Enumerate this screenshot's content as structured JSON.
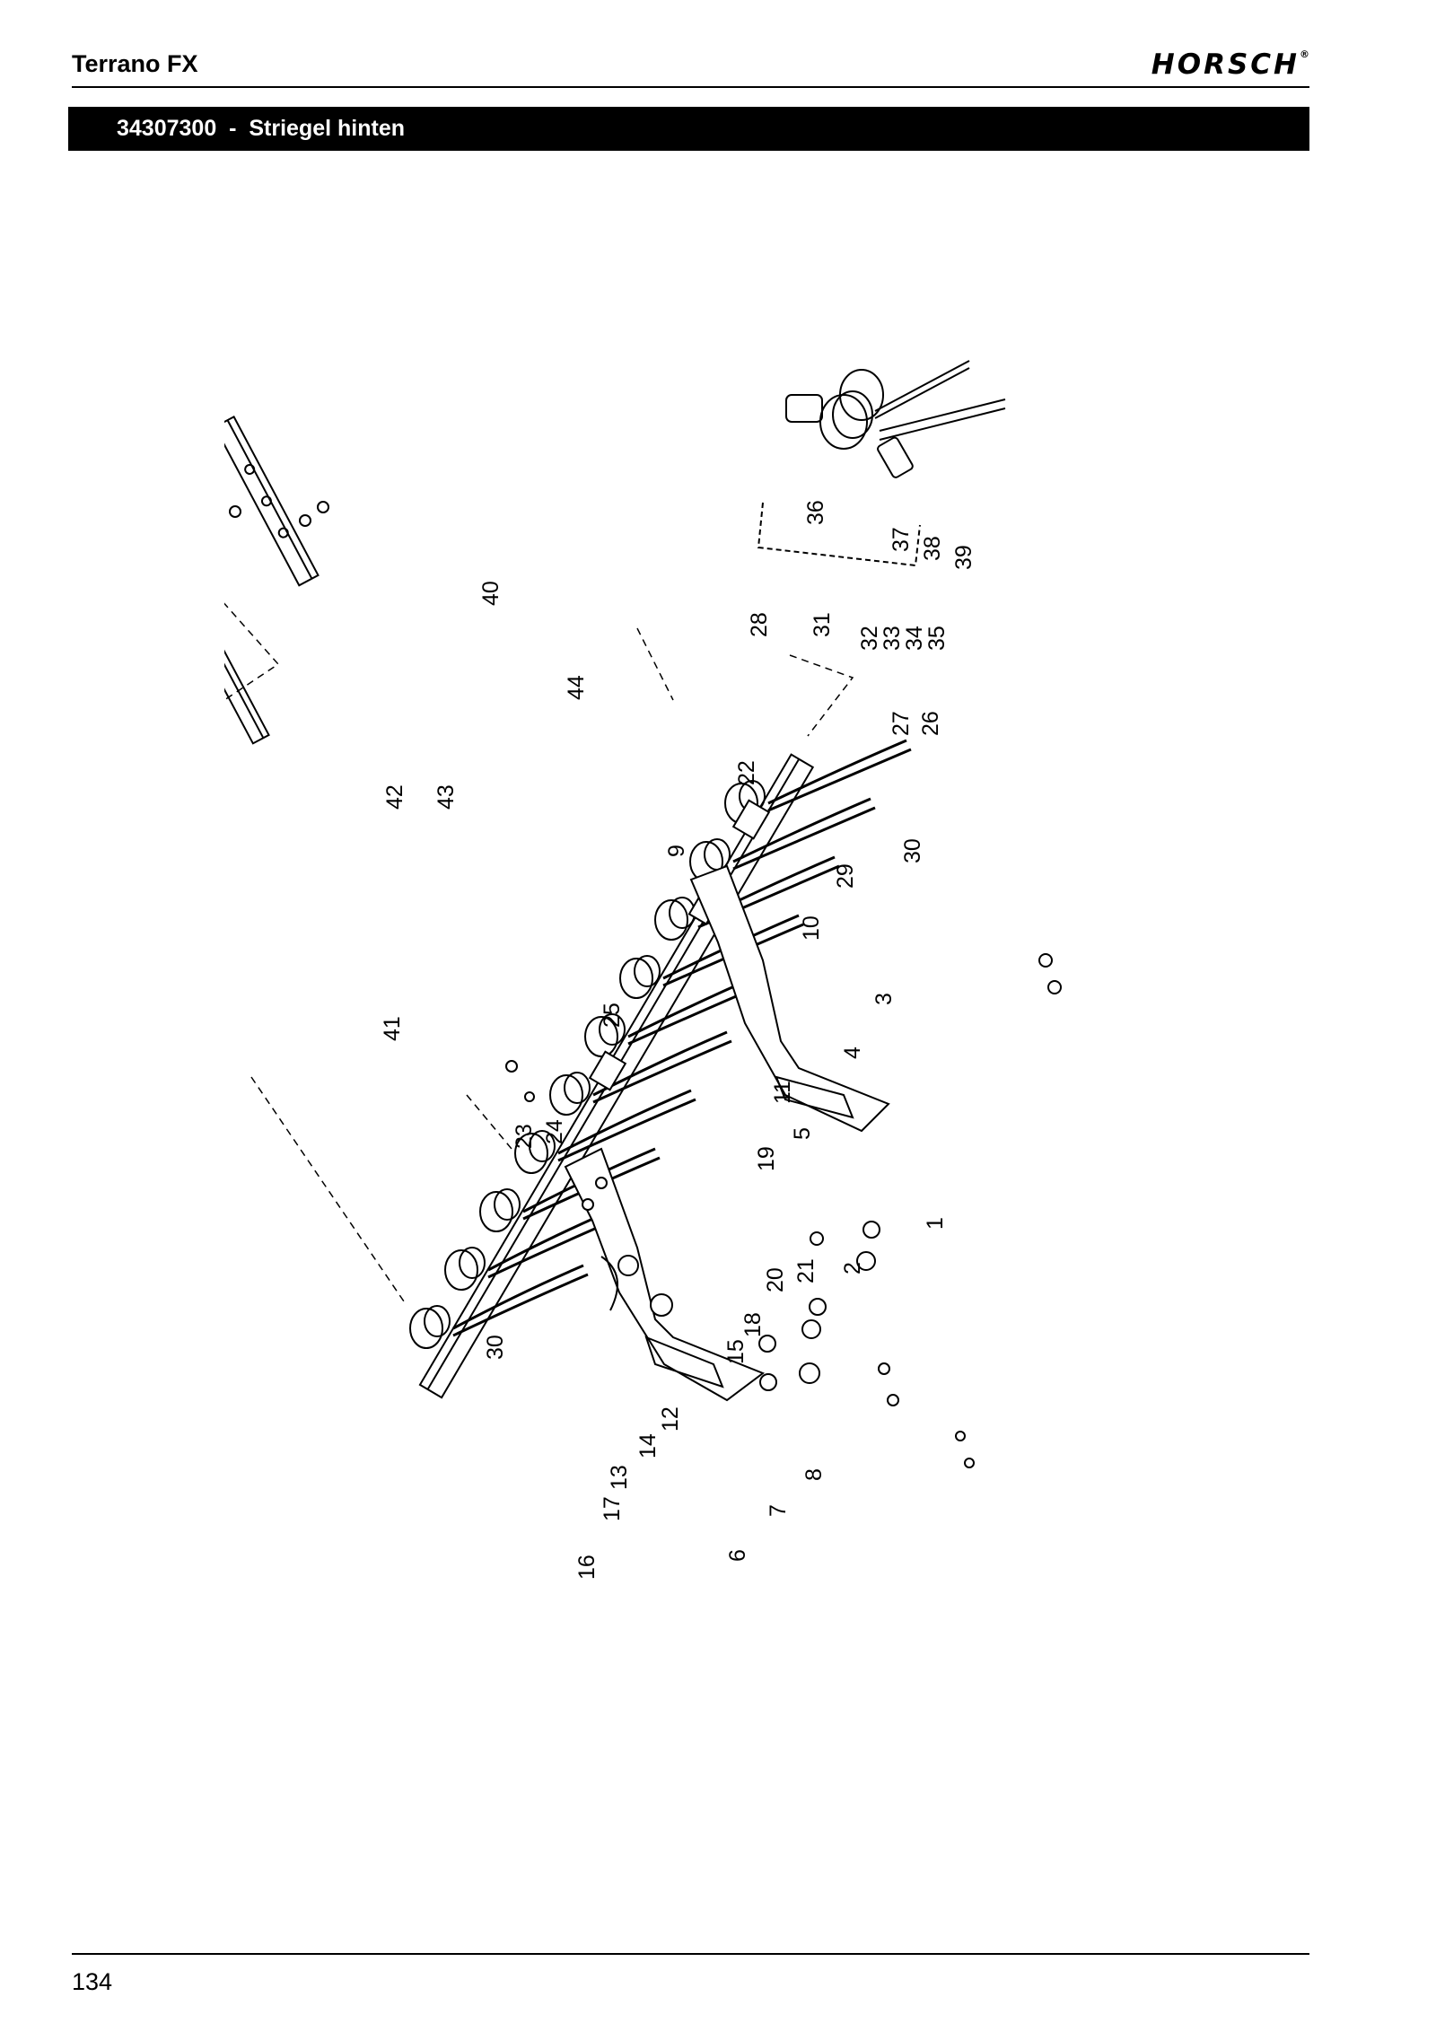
{
  "header": {
    "title": "Terrano FX",
    "brand": "HORSCH",
    "brand_mark": "®"
  },
  "section": {
    "part_number": "34307300",
    "separator": "-",
    "name": "Striegel hinten"
  },
  "callouts": [
    "1",
    "2",
    "3",
    "4",
    "5",
    "6",
    "7",
    "8",
    "9",
    "10",
    "11",
    "12",
    "13",
    "14",
    "15",
    "16",
    "17",
    "18",
    "19",
    "20",
    "21",
    "22",
    "23",
    "24",
    "25",
    "26",
    "27",
    "28",
    "29",
    "30",
    "31",
    "32",
    "33",
    "34",
    "35",
    "36",
    "37",
    "38",
    "39",
    "40",
    "41",
    "42",
    "43",
    "44"
  ],
  "footer": {
    "page_number": "134"
  }
}
